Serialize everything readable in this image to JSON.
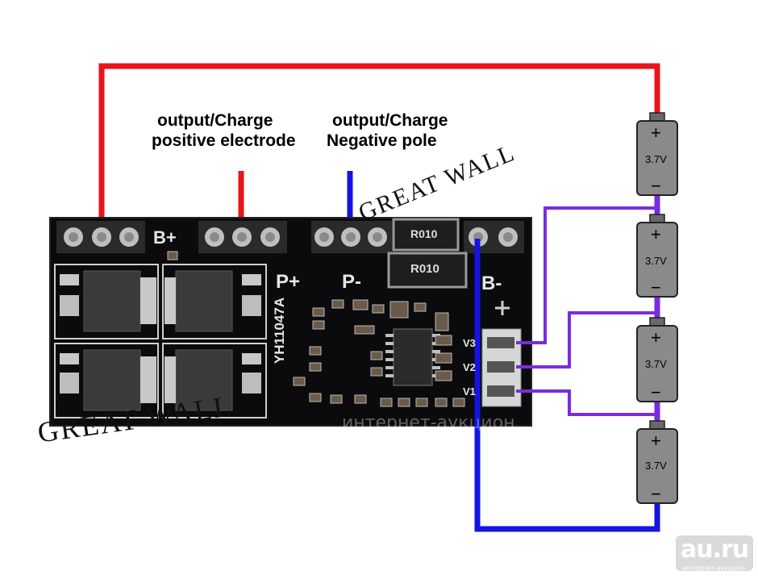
{
  "labels": {
    "positive_line1": "output/Charge",
    "positive_line2": "positive electrode",
    "negative_line1": "output/Charge",
    "negative_line2": "Negative pole"
  },
  "board": {
    "b_plus": "B+",
    "p_plus": "P+",
    "p_minus": "P-",
    "b_minus": "B-",
    "model": "YH11047A",
    "resistor1": "R010",
    "resistor2": "R010",
    "v3": "V3",
    "v2": "V2",
    "v1": "V1"
  },
  "batteries": [
    {
      "voltage": "3.7V",
      "plus": "+",
      "minus": "−"
    },
    {
      "voltage": "3.7V",
      "plus": "+",
      "minus": "−"
    },
    {
      "voltage": "3.7V",
      "plus": "+",
      "minus": "−"
    },
    {
      "voltage": "3.7V",
      "plus": "+",
      "minus": "−"
    }
  ],
  "watermarks": {
    "great_wall_top": "GREAT WALL",
    "great_wall_bottom": "GREAT WALL",
    "site_logo": "au.ru",
    "site_sub": "интернет-аукцион",
    "center_sub": "интернет-аукцион"
  },
  "colors": {
    "positive_wire": "#e8141b",
    "negative_wire": "#1414e0",
    "balance_wire": "#7a2be0",
    "pcb": "#0b0b0d",
    "battery_body": "#8a8a8a"
  }
}
